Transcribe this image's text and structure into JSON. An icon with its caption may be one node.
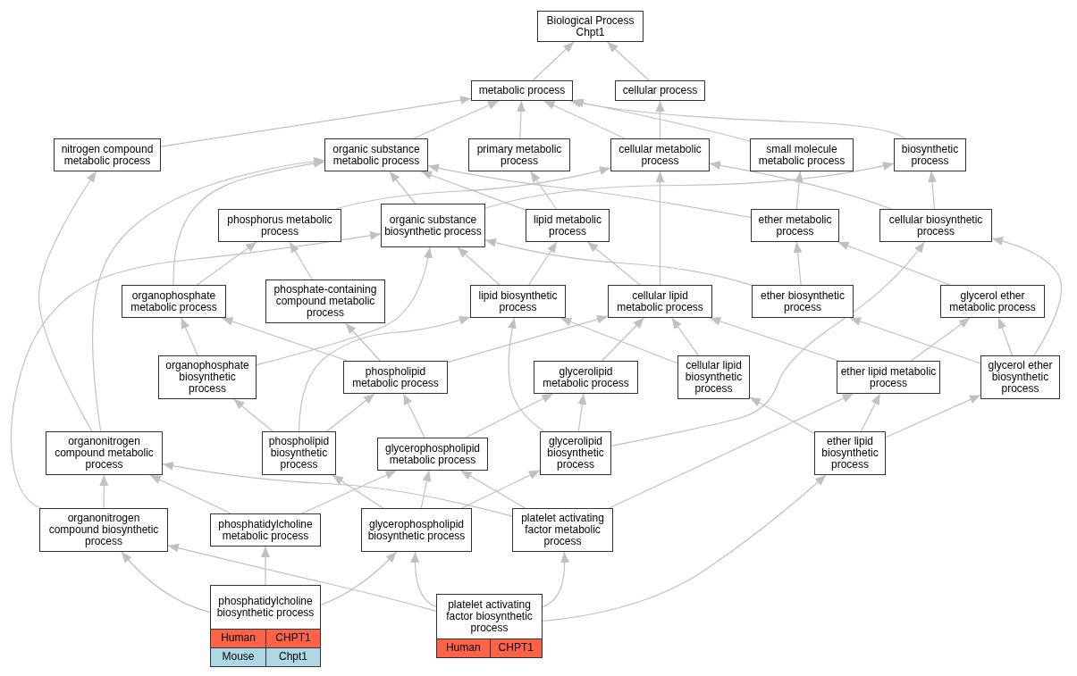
{
  "diagram": {
    "nodes": [
      {
        "text": [
          "Biological Process",
          "Chpt1"
        ]
      },
      {
        "text": [
          "metabolic process"
        ]
      },
      {
        "text": [
          "cellular process"
        ]
      },
      {
        "text": [
          "nitrogen compound metabolic process"
        ]
      },
      {
        "text": [
          "organic substance metabolic process"
        ]
      },
      {
        "text": [
          "primary metabolic process"
        ]
      },
      {
        "text": [
          "cellular metabolic process"
        ]
      },
      {
        "text": [
          "small molecule metabolic process"
        ]
      },
      {
        "text": [
          "biosynthetic process"
        ]
      },
      {
        "text": [
          "phosphorus metabolic process"
        ]
      },
      {
        "text": [
          "organic substance biosynthetic process"
        ]
      },
      {
        "text": [
          "lipid metabolic process"
        ]
      },
      {
        "text": [
          "ether metabolic process"
        ]
      },
      {
        "text": [
          "cellular biosynthetic process"
        ]
      },
      {
        "text": [
          "organophosphate metabolic process"
        ]
      },
      {
        "text": [
          "phosphate-containing compound metabolic process"
        ]
      },
      {
        "text": [
          "lipid biosynthetic process"
        ]
      },
      {
        "text": [
          "cellular lipid metabolic process"
        ]
      },
      {
        "text": [
          "ether biosynthetic process"
        ]
      },
      {
        "text": [
          "glycerol ether metabolic process"
        ]
      },
      {
        "text": [
          "organophosphate biosynthetic process"
        ]
      },
      {
        "text": [
          "phospholipid metabolic process"
        ]
      },
      {
        "text": [
          "glycerolipid metabolic process"
        ]
      },
      {
        "text": [
          "cellular lipid biosynthetic process"
        ]
      },
      {
        "text": [
          "ether lipid metabolic process"
        ]
      },
      {
        "text": [
          "glycerol ether biosynthetic process"
        ]
      },
      {
        "text": [
          "organonitrogen compound metabolic process"
        ]
      },
      {
        "text": [
          "phospholipid biosynthetic process"
        ]
      },
      {
        "text": [
          "glycerophospholipid metabolic process"
        ]
      },
      {
        "text": [
          "glycerolipid biosynthetic process"
        ]
      },
      {
        "text": [
          "ether lipid biosynthetic process"
        ]
      },
      {
        "text": [
          "organonitrogen compound biosynthetic process"
        ]
      },
      {
        "text": [
          "phosphatidylcholine metabolic process"
        ]
      },
      {
        "text": [
          "glycerophospholipid biosynthetic process"
        ]
      },
      {
        "text": [
          "platelet activating factor metabolic process"
        ]
      },
      {
        "text": [
          "phosphatidylcholine biosynthetic process",
          "Human",
          "CHPT1",
          "Mouse",
          "Chpt1"
        ]
      },
      {
        "text": [
          "platelet activating factor biosynthetic process",
          "Human",
          "CHPT1"
        ]
      }
    ],
    "edges": [
      {
        "from": 1,
        "to": 0,
        "arrow": "to"
      },
      {
        "from": 2,
        "to": 0,
        "arrow": "to"
      },
      {
        "from": 3,
        "to": 1,
        "arrow": "to"
      },
      {
        "from": 4,
        "to": 1,
        "arrow": "to"
      },
      {
        "from": 5,
        "to": 1,
        "arrow": "to"
      },
      {
        "from": 6,
        "to": 1,
        "arrow": "to"
      },
      {
        "from": 6,
        "to": 2,
        "arrow": "to"
      },
      {
        "from": 7,
        "to": 1,
        "arrow": "to"
      },
      {
        "from": 8,
        "to": 1,
        "arrow": "to"
      },
      {
        "from": 9,
        "to": 6,
        "arrow": "to"
      },
      {
        "from": 10,
        "to": 4,
        "arrow": "to"
      },
      {
        "from": 10,
        "to": 8,
        "arrow": "to"
      },
      {
        "from": 11,
        "to": 4,
        "arrow": "to"
      },
      {
        "from": 11,
        "to": 5,
        "arrow": "to"
      },
      {
        "from": 12,
        "to": 4,
        "arrow": "to"
      },
      {
        "from": 12,
        "to": 7,
        "arrow": "to"
      },
      {
        "from": 13,
        "to": 8,
        "arrow": "to"
      },
      {
        "from": 13,
        "to": 6,
        "arrow": "to"
      },
      {
        "from": 14,
        "to": 9,
        "arrow": "to"
      },
      {
        "from": 14,
        "to": 4,
        "arrow": "to"
      },
      {
        "from": 15,
        "to": 9,
        "arrow": "to"
      },
      {
        "from": 16,
        "to": 10,
        "arrow": "to"
      },
      {
        "from": 16,
        "to": 11,
        "arrow": "to"
      },
      {
        "from": 17,
        "to": 11,
        "arrow": "to"
      },
      {
        "from": 17,
        "to": 6,
        "arrow": "to"
      },
      {
        "from": 18,
        "to": 10,
        "arrow": "to"
      },
      {
        "from": 18,
        "to": 12,
        "arrow": "to"
      },
      {
        "from": 19,
        "to": 12,
        "arrow": "to"
      },
      {
        "from": 20,
        "to": 14,
        "arrow": "to"
      },
      {
        "from": 20,
        "to": 10,
        "arrow": "to"
      },
      {
        "from": 21,
        "to": 14,
        "arrow": "to"
      },
      {
        "from": 21,
        "to": 15,
        "arrow": "to"
      },
      {
        "from": 21,
        "to": 17,
        "arrow": "to"
      },
      {
        "from": 22,
        "to": 17,
        "arrow": "to"
      },
      {
        "from": 23,
        "to": 17,
        "arrow": "to"
      },
      {
        "from": 23,
        "to": 16,
        "arrow": "to"
      },
      {
        "from": 24,
        "to": 17,
        "arrow": "to"
      },
      {
        "from": 24,
        "to": 19,
        "arrow": "to"
      },
      {
        "from": 25,
        "to": 19,
        "arrow": "to"
      },
      {
        "from": 25,
        "to": 18,
        "arrow": "to"
      },
      {
        "from": 25,
        "to": 13,
        "arrow": "to"
      },
      {
        "from": 26,
        "to": 3,
        "arrow": "to"
      },
      {
        "from": 26,
        "to": 4,
        "arrow": "to"
      },
      {
        "from": 27,
        "to": 20,
        "arrow": "to"
      },
      {
        "from": 27,
        "to": 21,
        "arrow": "to"
      },
      {
        "from": 27,
        "to": 16,
        "arrow": "to"
      },
      {
        "from": 28,
        "to": 21,
        "arrow": "to"
      },
      {
        "from": 28,
        "to": 22,
        "arrow": "to"
      },
      {
        "from": 29,
        "to": 22,
        "arrow": "to"
      },
      {
        "from": 29,
        "to": 16,
        "arrow": "to"
      },
      {
        "from": 29,
        "to": 13,
        "arrow": "to"
      },
      {
        "from": 30,
        "to": 23,
        "arrow": "to"
      },
      {
        "from": 30,
        "to": 24,
        "arrow": "to"
      },
      {
        "from": 30,
        "to": 25,
        "arrow": "to"
      },
      {
        "from": 31,
        "to": 26,
        "arrow": "to"
      },
      {
        "from": 31,
        "to": 10,
        "arrow": "to"
      },
      {
        "from": 32,
        "to": 26,
        "arrow": "to"
      },
      {
        "from": 32,
        "to": 28,
        "arrow": "to"
      },
      {
        "from": 33,
        "to": 27,
        "arrow": "to"
      },
      {
        "from": 33,
        "to": 28,
        "arrow": "to"
      },
      {
        "from": 33,
        "to": 29,
        "arrow": "to"
      },
      {
        "from": 34,
        "to": 28,
        "arrow": "to"
      },
      {
        "from": 34,
        "to": 26,
        "arrow": "to"
      },
      {
        "from": 34,
        "to": 24,
        "arrow": "to"
      },
      {
        "from": 35,
        "to": 31,
        "arrow": "to"
      },
      {
        "from": 35,
        "to": 32,
        "arrow": "to"
      },
      {
        "from": 35,
        "to": 33,
        "arrow": "to"
      },
      {
        "from": 36,
        "to": 33,
        "arrow": "to"
      },
      {
        "from": 36,
        "to": 34,
        "arrow": "to"
      },
      {
        "from": 36,
        "to": 30,
        "arrow": "to"
      },
      {
        "from": 36,
        "to": 31,
        "arrow": "to"
      }
    ]
  }
}
